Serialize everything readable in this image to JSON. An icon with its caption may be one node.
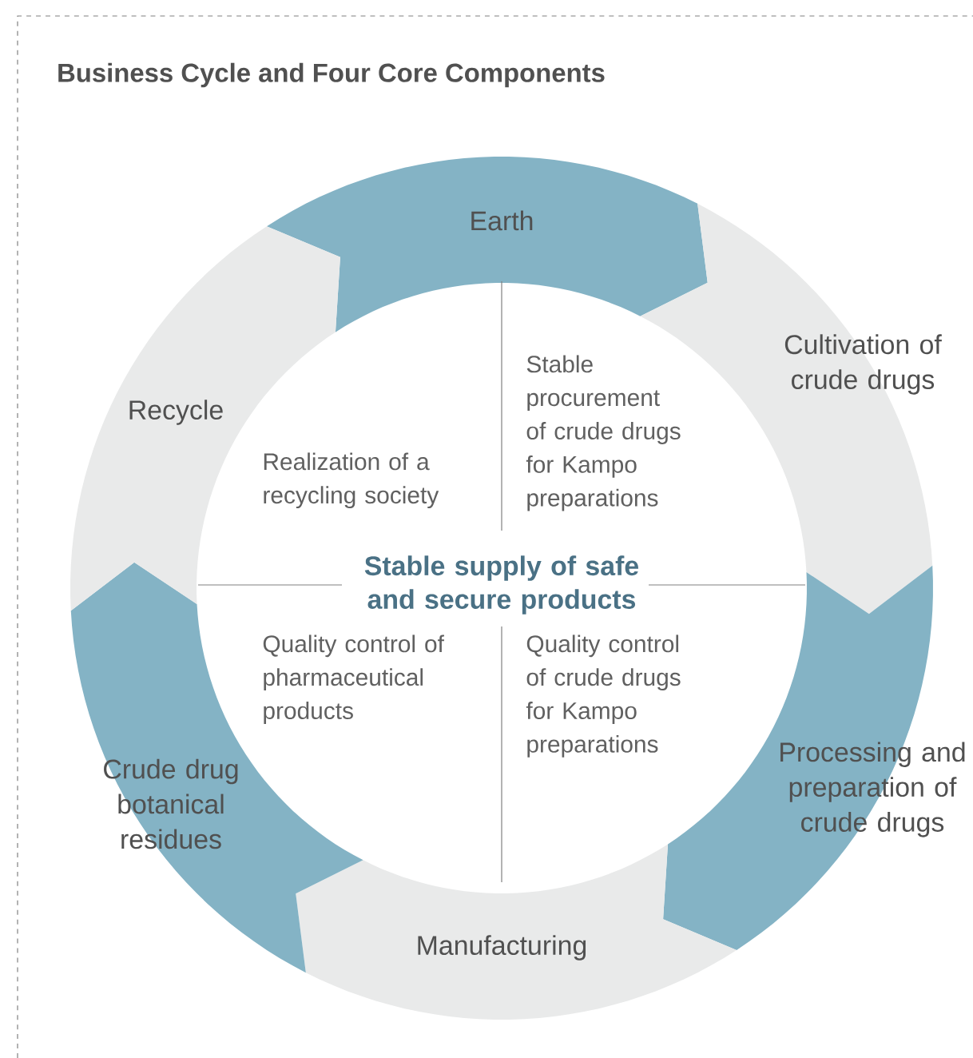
{
  "diagram": {
    "title": "Business Cycle and Four Core Components",
    "nodes": [
      {
        "text": [
          "Earth"
        ]
      },
      {
        "text": [
          "Cultivation of crude drugs"
        ]
      },
      {
        "text": [
          "Processing and preparation of crude drugs"
        ]
      },
      {
        "text": [
          "Manufacturing"
        ]
      },
      {
        "text": [
          "Crude drug botanical residues"
        ]
      },
      {
        "text": [
          "Recycle"
        ]
      }
    ],
    "labels": [
      "Realization of a recycling society",
      "Stable procurement of crude drugs for Kampo preparations",
      "Stable supply of safe and secure products",
      "Quality control of pharmaceutical products",
      "Quality control of crude drugs for Kampo preparations"
    ]
  }
}
